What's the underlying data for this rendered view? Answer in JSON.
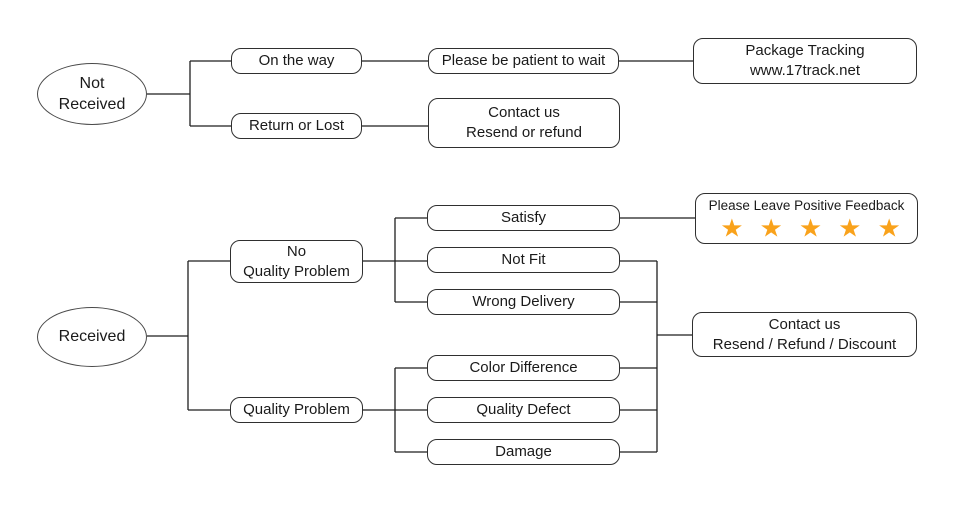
{
  "diagram": {
    "title": "after-sale decision flowchart",
    "colors": {
      "background": "#ffffff",
      "line": "#1f1f1f",
      "box_border": "#2f2f2f",
      "star": "#F9A21B",
      "text": "#1a1a1a"
    },
    "nodes": {
      "not_received": "Not Received",
      "on_the_way": "On the way",
      "please_be_patient": "Please be patient to wait",
      "package_tracking_line1": "Package Tracking",
      "package_tracking_line2": "www.17track.net",
      "return_or_lost": "Return or Lost",
      "contact_resend_refund_line1": "Contact us",
      "contact_resend_refund_line2": "Resend or refund",
      "received": "Received",
      "no_quality_problem_line1": "No",
      "no_quality_problem_line2": "Quality Problem",
      "quality_problem": "Quality Problem",
      "satisfy": "Satisfy",
      "not_fit": "Not Fit",
      "wrong_delivery": "Wrong Delivery",
      "color_difference": "Color Difference",
      "quality_defect": "Quality Defect",
      "damage": "Damage",
      "feedback_title": "Please Leave Positive Feedback",
      "feedback_star_count": 5,
      "contact_discount_line1": "Contact us",
      "contact_discount_line2": "Resend / Refund / Discount"
    },
    "edges": [
      "Not Received -> On the way",
      "Not Received -> Return or Lost",
      "On the way -> Please be patient to wait",
      "Please be patient to wait -> Package Tracking www.17track.net",
      "Return or Lost -> Contact us Resend or refund",
      "Received -> No Quality Problem",
      "Received -> Quality Problem",
      "No Quality Problem -> Satisfy",
      "No Quality Problem -> Not Fit",
      "No Quality Problem -> Wrong Delivery",
      "Satisfy -> Please Leave Positive Feedback",
      "Quality Problem -> Color Difference",
      "Quality Problem -> Quality Defect",
      "Quality Problem -> Damage",
      "Not Fit, Wrong Delivery, Color Difference, Quality Defect, Damage -> Contact us Resend / Refund / Discount"
    ]
  }
}
